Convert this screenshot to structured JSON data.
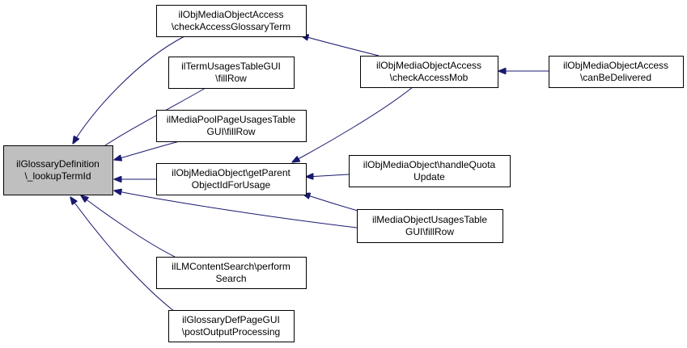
{
  "colors": {
    "edge": "#191970",
    "node_border": "#000000",
    "node_fill": "#ffffff",
    "focus_fill": "#bfbfbf"
  },
  "nodes": [
    {
      "id": "lookup",
      "lines": [
        "ilGlossaryDefinition",
        "\\_lookupTermId"
      ],
      "focus": true
    },
    {
      "id": "checkGlossary",
      "lines": [
        "ilObjMediaObjectAccess",
        "\\checkAccessGlossaryTerm"
      ]
    },
    {
      "id": "termUsages",
      "lines": [
        "ilTermUsagesTableGUI",
        "\\fillRow"
      ]
    },
    {
      "id": "mediaPool",
      "lines": [
        "ilMediaPoolPageUsagesTable",
        "GUI\\fillRow"
      ]
    },
    {
      "id": "getParent",
      "lines": [
        "ilObjMediaObject\\getParent",
        "ObjectIdForUsage"
      ]
    },
    {
      "id": "lmSearch",
      "lines": [
        "ilLMContentSearch\\perform",
        "Search"
      ]
    },
    {
      "id": "glossDef",
      "lines": [
        "ilGlossaryDefPageGUI",
        "\\postOutputProcessing"
      ]
    },
    {
      "id": "checkMob",
      "lines": [
        "ilObjMediaObjectAccess",
        "\\checkAccessMob"
      ]
    },
    {
      "id": "handleQuota",
      "lines": [
        "ilObjMediaObject\\handleQuota",
        "Update"
      ]
    },
    {
      "id": "mediaUsages",
      "lines": [
        "ilMediaObjectUsagesTable",
        "GUI\\fillRow"
      ]
    },
    {
      "id": "canDeliver",
      "lines": [
        "ilObjMediaObjectAccess",
        "\\canBeDelivered"
      ]
    }
  ],
  "edges": [
    {
      "from": "checkGlossary",
      "to": "lookup"
    },
    {
      "from": "termUsages",
      "to": "lookup"
    },
    {
      "from": "mediaPool",
      "to": "lookup"
    },
    {
      "from": "getParent",
      "to": "lookup"
    },
    {
      "from": "mediaUsages",
      "to": "lookup"
    },
    {
      "from": "lmSearch",
      "to": "lookup"
    },
    {
      "from": "glossDef",
      "to": "lookup"
    },
    {
      "from": "checkMob",
      "to": "checkGlossary"
    },
    {
      "from": "checkMob",
      "to": "getParent"
    },
    {
      "from": "handleQuota",
      "to": "getParent"
    },
    {
      "from": "mediaUsages",
      "to": "getParent"
    },
    {
      "from": "canDeliver",
      "to": "checkMob"
    }
  ]
}
